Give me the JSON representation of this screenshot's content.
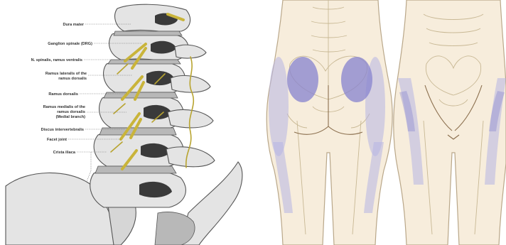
{
  "spine_labels": [
    "Dura mater",
    "Ganglion spinale (DRG)",
    "N. spinalis, ramus ventralis",
    "Ramus lateralis of the",
    "ramus dorsalis",
    "Ramus dorsalis",
    "Ramus medialis of the",
    "ramus dorsalis",
    "(Medial branch)",
    "Discus intervertebralis",
    "Facet joint",
    "Crista iliaca"
  ],
  "colors": {
    "background": "#ffffff",
    "bone": "#e4e4e4",
    "nerve": "#c9b43a",
    "skin": "#f7eddc",
    "pain_referral": "#8a86cf"
  },
  "icons": [
    "lumbar-spine-illustration",
    "posterior-body-pain-map",
    "anterior-body-pain-map"
  ]
}
